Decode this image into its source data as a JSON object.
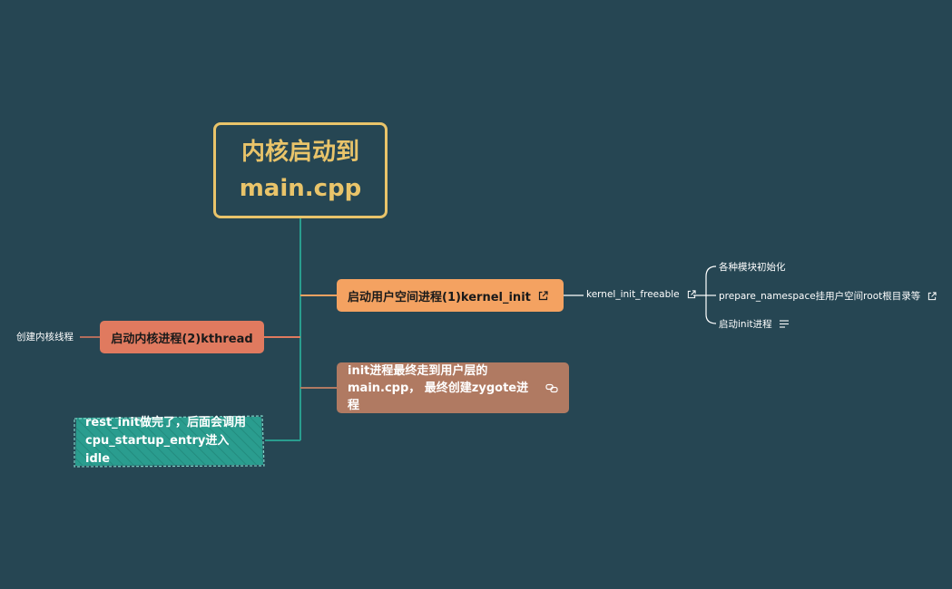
{
  "root": {
    "line1": "内核启动到",
    "line2": "main.cpp"
  },
  "topics": {
    "user_space": {
      "label": "启动用户空间进程(1)kernel_init",
      "icon": "external-link-icon"
    },
    "kernel_thread": {
      "label": "启动内核进程(2)kthread"
    },
    "init_process": {
      "line1": "init进程最终走到用户层的",
      "line2": "main.cpp， 最终创建zygote进程",
      "icon": "link-icon"
    },
    "rest_init": {
      "line1": "rest_init做完了，后面会调用",
      "line2": "cpu_startup_entry进入idle"
    }
  },
  "subtopics": {
    "create_kernel_thread": "创建内核线程",
    "kernel_init_freeable": "kernel_init_freeable",
    "module_init": "各种模块初始化",
    "prepare_namespace": "prepare_namespace挂用户空间root根目录等",
    "start_init": "启动init进程"
  },
  "colors": {
    "background": "#264653",
    "root_border": "#e9c46a",
    "branch_teal": "#2a9d8f",
    "branch_orange": "#f4a261",
    "branch_salmon": "#e07a5f",
    "branch_brown": "#b07a62"
  }
}
